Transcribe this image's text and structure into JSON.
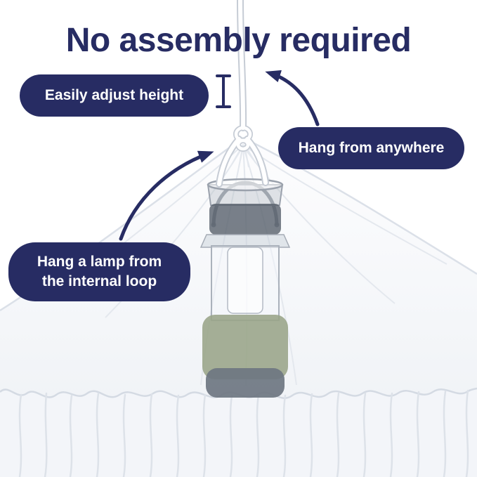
{
  "title": "No assembly required",
  "callouts": {
    "adjust_height": "Easily adjust height",
    "hang_anywhere": "Hang from anywhere",
    "hang_lamp_lines": [
      "Hang a lamp from",
      "the internal loop"
    ]
  },
  "colors": {
    "navy": "#272c63",
    "pill_text": "#ffffff",
    "lantern_green": "#99a487",
    "lantern_grey": "#6e7681"
  }
}
